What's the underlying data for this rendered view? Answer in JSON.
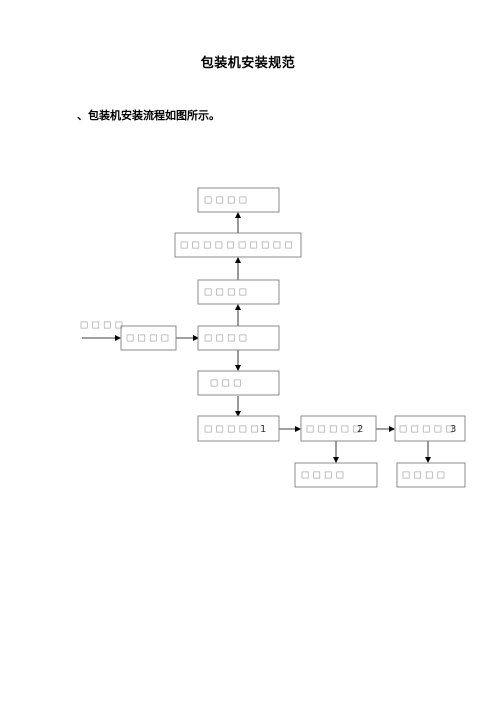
{
  "document": {
    "title": "包装机安装规范",
    "intro": "、包装机安装流程如图所示。"
  },
  "flowchart": {
    "boxes": [
      {
        "id": "b1",
        "glyphs": 4,
        "suffix": ""
      },
      {
        "id": "b2",
        "glyphs": 10,
        "suffix": ""
      },
      {
        "id": "b3",
        "glyphs": 4,
        "suffix": ""
      },
      {
        "id": "b4",
        "glyphs": 4,
        "suffix": ""
      },
      {
        "id": "b5",
        "glyphs": 4,
        "suffix": ""
      },
      {
        "id": "b6",
        "glyphs": 3,
        "suffix": ""
      },
      {
        "id": "b7",
        "glyphs": 5,
        "suffix": "1"
      },
      {
        "id": "b8",
        "glyphs": 5,
        "suffix": "2"
      },
      {
        "id": "b9",
        "glyphs": 5,
        "suffix": "3"
      },
      {
        "id": "b10",
        "glyphs": 4,
        "suffix": ""
      },
      {
        "id": "b11",
        "glyphs": 4,
        "suffix": ""
      }
    ],
    "input_label": {
      "glyphs": 4
    }
  }
}
